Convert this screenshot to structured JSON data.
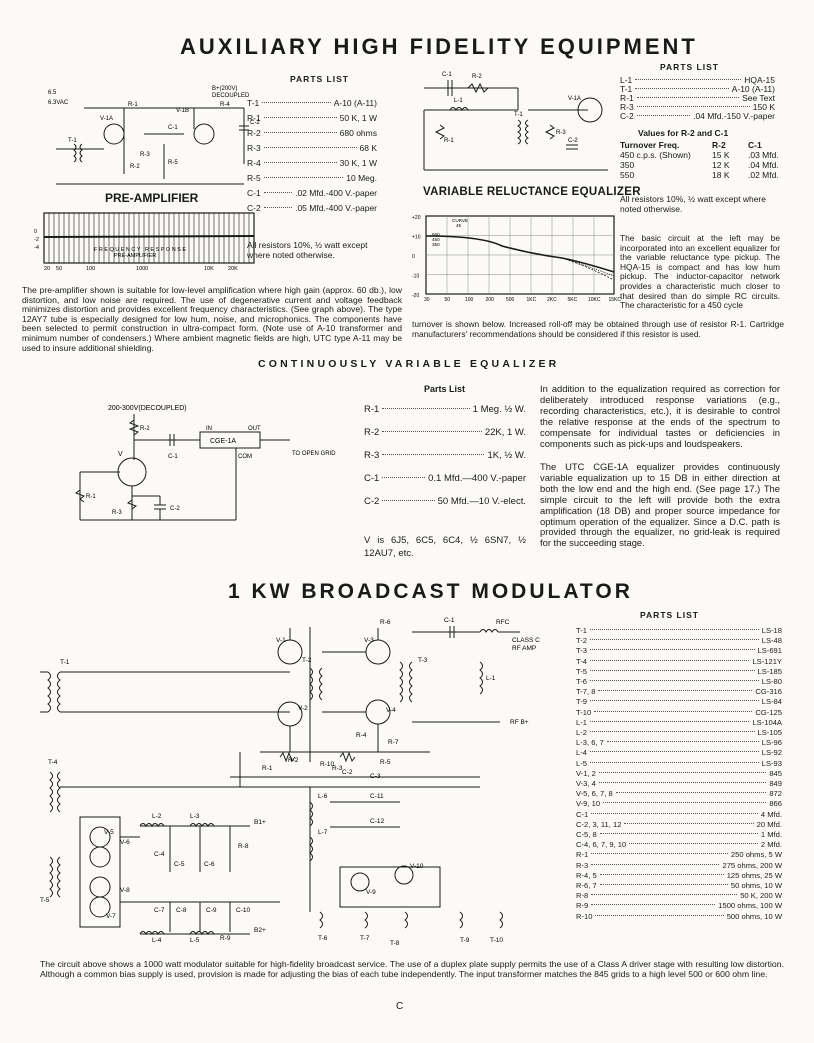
{
  "titles": {
    "aux": "AUXILIARY HIGH FIDELITY EQUIPMENT",
    "cve": "CONTINUOUSLY VARIABLE EQUALIZER",
    "bm": "1 KW BROADCAST MODULATOR"
  },
  "preamp": {
    "label": "PRE-AMPLIFIER",
    "diagram": {
      "b_plus": "B+(200V)",
      "decoupled": "DECOUPLED",
      "heater_a": "6.5",
      "heater_b": "6.3VAC",
      "v1a": "V-1A",
      "v1b": "V-1B",
      "r1": "R-1",
      "r2": "R-2",
      "r3": "R-3",
      "r4": "R-4",
      "r5": "R-5",
      "c1": "C-1",
      "c2": "C-2",
      "t1": "T-1"
    },
    "graph_title": "FREQUENCY RESPONSE",
    "graph_sub": "PRE-AMPLIFIER",
    "graph_x": [
      "20",
      "50",
      "100",
      "1000",
      "10K",
      "20K"
    ],
    "graph_y": [
      "0",
      "-2",
      "-4"
    ],
    "parts_head": "PARTS LIST",
    "parts": [
      {
        "k": "T-1",
        "v": "A-10 (A-11)"
      },
      {
        "k": "R-1",
        "v": "50 K, 1 W"
      },
      {
        "k": "R-2",
        "v": "680 ohms"
      },
      {
        "k": "R-3",
        "v": "68 K"
      },
      {
        "k": "R-4",
        "v": "30 K, 1 W"
      },
      {
        "k": "R-5",
        "v": "10 Meg."
      },
      {
        "k": "C-1",
        "v": ".02 Mfd.-400 V.-paper"
      },
      {
        "k": "C-2",
        "v": ".05 Mfd.-400 V.-paper"
      }
    ],
    "resistors": "All resistors 10%, ½ watt except where noted otherwise.",
    "text": "The pre-amplifier shown is suitable for low-level amplification where high gain (approx. 60 db.), low distortion, and low noise are required. The use of degenerative current and voltage feedback minimizes distortion and provides excellent frequency characteristics. (See graph above). The type 12AY7 tube is especially designed for low hum, noise, and microphonics. The components have been selected to permit construction in ultra-compact form. (Note use of A-10 transformer and minimum number of condensers.) Where ambient magnetic fields are high, UTC type A-11 may be used to insure additional shielding."
  },
  "vre": {
    "label": "VARIABLE RELUCTANCE EQUALIZER",
    "diagram": {
      "c1": "C-1",
      "r2": "R-2",
      "l1": "L-1",
      "r1": "R-1",
      "r3": "R-3",
      "c2": "C-2",
      "t1": "T-1",
      "v1a": "V-1A"
    },
    "graph_x": [
      "30",
      "50",
      "100",
      "200",
      "500",
      "1KC",
      "2KC",
      "5KC",
      "10KC",
      "15KC"
    ],
    "graph_y": [
      "+20",
      "+10",
      "0",
      "-10",
      "-20"
    ],
    "graph_notes": [
      "CURVE",
      "45",
      "550",
      "450",
      "350"
    ],
    "parts_head": "PARTS LIST",
    "parts": [
      {
        "k": "L-1",
        "v": "HQA-15"
      },
      {
        "k": "T-1",
        "v": "A-10 (A-11)"
      },
      {
        "k": "R-1",
        "v": "See Text"
      },
      {
        "k": "R-3",
        "v": "150 K"
      },
      {
        "k": "C-2",
        "v": ".04 Mfd.-150 V.-paper"
      }
    ],
    "values_head": "Values for R-2 and C-1",
    "col_head": [
      "Turnover Freq.",
      "R-2",
      "C-1"
    ],
    "table": [
      {
        "f": "450 c.p.s. (Shown)",
        "r": "15 K",
        "c": ".03 Mfd."
      },
      {
        "f": "350",
        "r": "12 K",
        "c": ".04 Mfd."
      },
      {
        "f": "550",
        "r": "18 K",
        "c": ".02 Mfd."
      }
    ],
    "resistors": "All resistors 10%, ½ watt except where noted otherwise.",
    "text_side": "The basic circuit at the left may be incorporated into an excellent equalizer for the variable reluctance type pickup. The HQA-15 is compact and has low hum pickup. The inductor-capacitor network provides a characteristic much closer to that desired than do simple RC circuits. The characteristic for a 450 cycle",
    "text_bottom": "turnover is shown below. Increased roll-off may be obtained through use of resistor R-1. Cartridge manufacturers' recommendations should be considered if this resistor is used."
  },
  "cve": {
    "diagram": {
      "supply": "200-300V(DECOUPLED)",
      "r2": "R-2",
      "c1": "C-1",
      "in": "IN",
      "out": "OUT",
      "box": "CGE-1A",
      "com": "COM",
      "to_grid": "TO OPEN GRID",
      "v": "V",
      "r1": "R-1",
      "r3": "R-3",
      "c2": "C-2"
    },
    "parts_head": "Parts List",
    "parts": [
      {
        "k": "R-1",
        "v": "1 Meg. ½ W."
      },
      {
        "k": "R-2",
        "v": "22K, 1 W."
      },
      {
        "k": "R-3",
        "v": "1K, ½ W."
      },
      {
        "k": "C-1",
        "v": "0.1 Mfd.—400 V.-paper"
      },
      {
        "k": "C-2",
        "v": "50 Mfd.—10 V.-elect."
      }
    ],
    "tubes": "V is 6J5, 6C5, 6C4, ½ 6SN7, ½ 12AU7, etc.",
    "text1": "In addition to the equalization required as correction for deliberately introduced response variations (e.g., recording characteristics, etc.), it is desirable to control the relative response at the ends of the spectrum to compensate for individual tastes or deficiencies in components such as pick-ups and loudspeakers.",
    "text2": "The UTC CGE-1A equalizer provides continuously variable equalization up to 15 DB in either direction at both the low end and the high end. (See page 17.) The simple circuit to the left will provide both the extra amplification (18 DB) and proper source impedance for optimum operation of the equalizer. Since a D.C. path is provided through the equalizer, no grid-leak is required for the succeeding stage."
  },
  "bm": {
    "parts_head": "PARTS LIST",
    "parts": [
      {
        "k": "T-1",
        "v": "LS-18"
      },
      {
        "k": "T-2",
        "v": "LS-48"
      },
      {
        "k": "T-3",
        "v": "LS-691"
      },
      {
        "k": "T-4",
        "v": "LS-121Y"
      },
      {
        "k": "T-5",
        "v": "LS-185"
      },
      {
        "k": "T-6",
        "v": "LS-80"
      },
      {
        "k": "T-7, 8",
        "v": "CG-316"
      },
      {
        "k": "T-9",
        "v": "LS-84"
      },
      {
        "k": "T-10",
        "v": "CG-125"
      },
      {
        "k": "L-1",
        "v": "LS-104A"
      },
      {
        "k": "L-2",
        "v": "LS-105"
      },
      {
        "k": "L-3, 6, 7",
        "v": "LS-96"
      },
      {
        "k": "L-4",
        "v": "LS-92"
      },
      {
        "k": "L-5",
        "v": "LS-93"
      },
      {
        "k": "V-1, 2",
        "v": "845"
      },
      {
        "k": "V-3, 4",
        "v": "849"
      },
      {
        "k": "V-5, 6, 7, 8",
        "v": "872"
      },
      {
        "k": "V-9, 10",
        "v": "866"
      },
      {
        "k": "C-1",
        "v": "4 Mfd."
      },
      {
        "k": "C-2, 3, 11, 12",
        "v": "20 Mfd."
      },
      {
        "k": "C-5, 8",
        "v": "1 Mfd."
      },
      {
        "k": "C-4, 6, 7, 9, 10",
        "v": "2 Mfd."
      },
      {
        "k": "R-1",
        "v": "250 ohms, 5 W"
      },
      {
        "k": "R-3",
        "v": "275 ohms, 200 W"
      },
      {
        "k": "R-4, 5",
        "v": "125 ohms, 25 W"
      },
      {
        "k": "R-6, 7",
        "v": "50 ohms, 10 W"
      },
      {
        "k": "R-8",
        "v": "50 K, 200 W"
      },
      {
        "k": "R-9",
        "v": "1500 ohms, 100 W"
      },
      {
        "k": "R-10",
        "v": "500 ohms, 10 W"
      }
    ],
    "diagram": {
      "t1": "T-1",
      "t2": "T-2",
      "t3": "T-3",
      "t4": "T-4",
      "t5": "T-5",
      "t6": "T-6",
      "t7": "T-7",
      "t8": "T-8",
      "t9": "T-9",
      "t10": "T-10",
      "v1": "V-1",
      "v2": "V-2",
      "v3": "V-3",
      "v4": "V-4",
      "v5": "V-5",
      "v6": "V-6",
      "v7": "V-7",
      "v8": "V-8",
      "v9": "V-9",
      "v10": "V-10",
      "r1": "R-1",
      "r2": "R-2",
      "r3": "R-3",
      "r4": "R-4",
      "r5": "R-5",
      "r6": "R-6",
      "r7": "R-7",
      "r8": "R-8",
      "r9": "R-9",
      "r10": "R-10",
      "c1": "C-1",
      "c2": "C-2",
      "c3": "C-3",
      "c4": "C-4",
      "c5": "C-5",
      "c6": "C-6",
      "c7": "C-7",
      "c8": "C-8",
      "c9": "C-9",
      "c10": "C-10",
      "c11": "C-11",
      "c12": "C-12",
      "l1": "L-1",
      "l2": "L-2",
      "l3": "L-3",
      "l4": "L-4",
      "l5": "L-5",
      "l6": "L-6",
      "l7": "L-7",
      "rfc": "RFC",
      "class_c": "CLASS C",
      "rf_amp": "RF AMP",
      "rf_b": "RF B+",
      "b1": "B1+",
      "b2": "B2+"
    },
    "text": "The circuit above shows a 1000 watt modulator suitable for high-fidelity broadcast service. The use of a duplex plate supply permits the use of a Class A driver stage with resulting low distortion. Although a common bias supply is used, provision is made for adjusting the bias of each tube independently. The input transformer matches the 845 grids to a high level 500 or 600 ohm line."
  },
  "page_letter": "C"
}
